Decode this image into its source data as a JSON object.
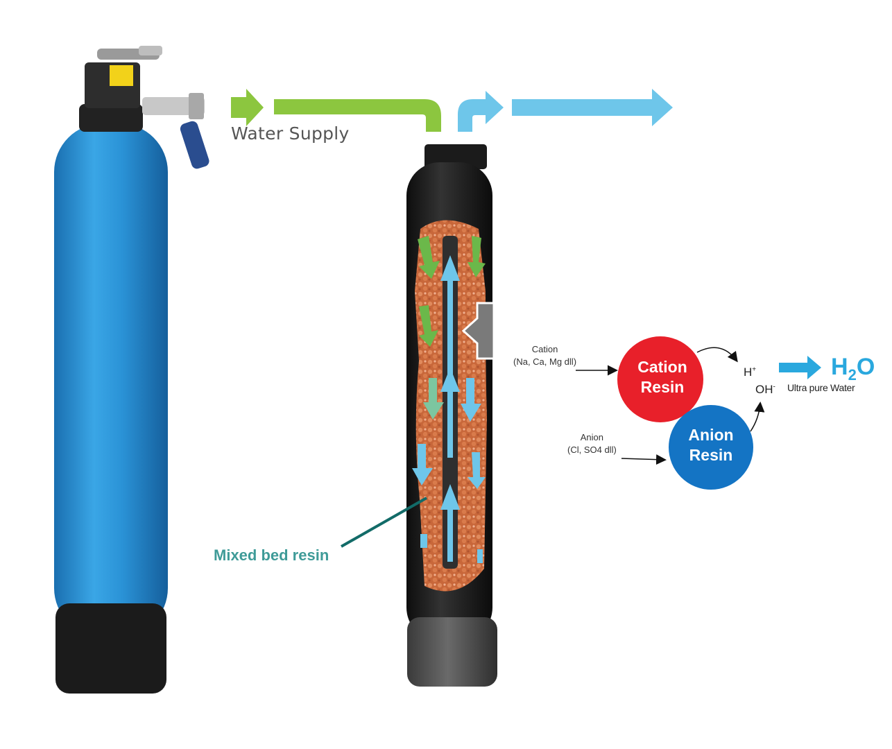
{
  "labels": {
    "water_supply": "Water Supply",
    "mixed_bed_resin": "Mixed bed resin",
    "cation_in_line1": "Cation",
    "cation_in_line2": "(Na, Ca, Mg dll)",
    "anion_in_line1": "Anion",
    "anion_in_line2": "(Cl, SO4 dll)",
    "cation_resin": "Cation Resin",
    "anion_resin": "Anion Resin",
    "h_ion": "H",
    "h_sign": "+",
    "oh_ion": "OH",
    "oh_sign": "-",
    "h2o_h": "H",
    "h2o_2": "2",
    "h2o_o": "O",
    "ultra_pure_water": "Ultra pure Water"
  },
  "colors": {
    "supply_green": "#8cc63f",
    "output_blue": "#6ec6ea",
    "tank_blue": "#1f8ed0",
    "tank_black": "#1a1a1a",
    "resin_orange": "#c8673a",
    "cation_red": "#e8202a",
    "anion_blue": "#1474c4",
    "h2o_blue": "#2aa8de",
    "label_teal": "#3f9b98"
  },
  "icons": [
    "valve-icon",
    "ball-valve-icon",
    "arrow-right-icon",
    "flow-arrow-icon"
  ]
}
